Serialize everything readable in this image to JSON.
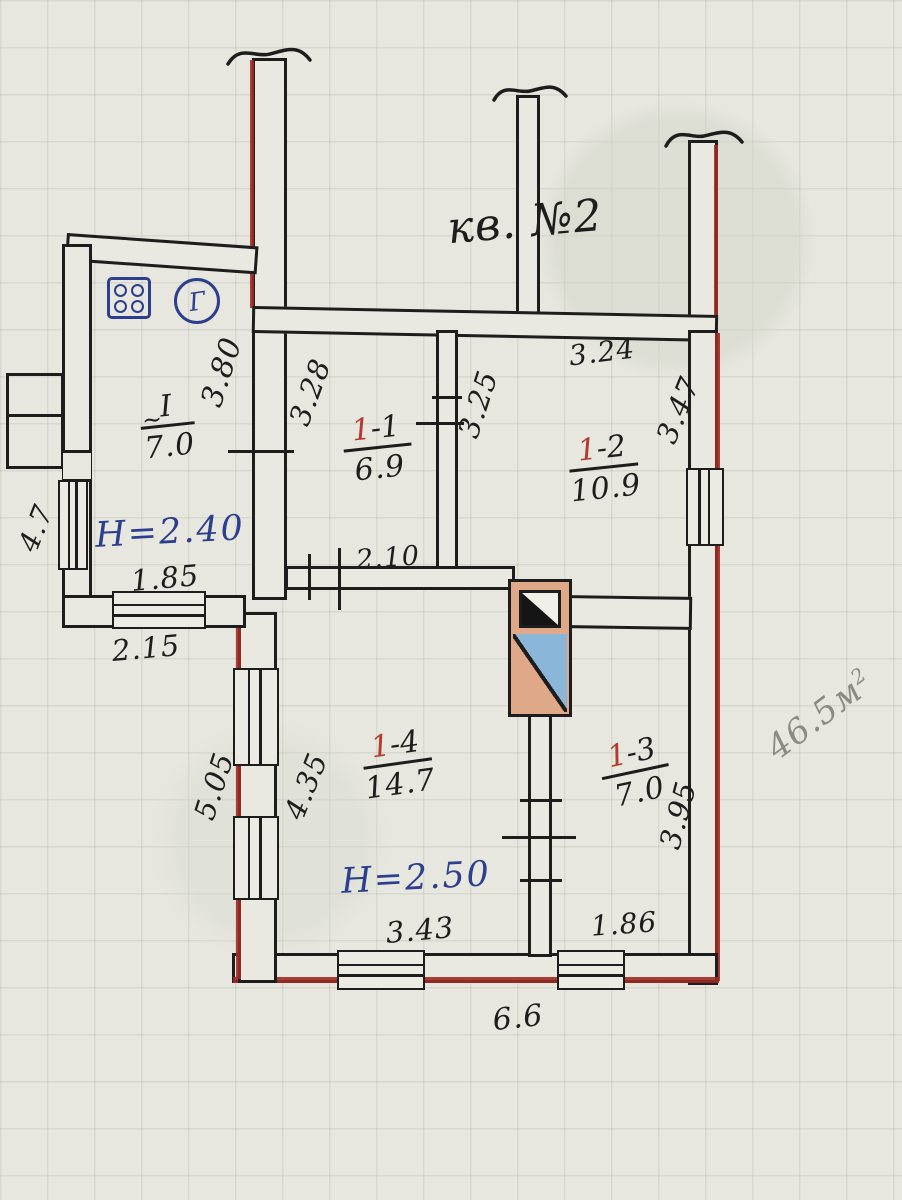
{
  "title": "кв. №2",
  "total_area_note": {
    "value": "46.5м",
    "sup": "2"
  },
  "heights": {
    "annex": "H=2.40",
    "main": "H=2.50"
  },
  "rooms": {
    "annex": {
      "num": "I",
      "tilde": "~",
      "area": "7.0"
    },
    "r1_1": {
      "num_red": "1",
      "num_suffix": "-1",
      "area": "6.9"
    },
    "r1_2": {
      "num_red": "1",
      "num_suffix": "-2",
      "area": "10.9"
    },
    "r1_3": {
      "num_red": "1",
      "num_suffix": "-3",
      "area": "7.0"
    },
    "r1_4": {
      "num_red": "1",
      "num_suffix": "-4",
      "area": "14.7"
    }
  },
  "dimensions": {
    "annex_party_wall": "3.80",
    "room11_left": "3.28",
    "room11_right_wall": "3.25",
    "room12_top": "3.24",
    "room12_right": "3.47",
    "hall_width": "2.10",
    "annex_inner_width": "1.85",
    "annex_outer_width": "2.15",
    "annex_left_outer": "4.7",
    "lower_left_outer": "5.05",
    "room14_left_inner": "4.35",
    "room13_right_inner": "3.95",
    "room14_bottom": "3.43",
    "room13_bottom": "1.86",
    "bottom_total": "6.6"
  },
  "icons": {
    "gas_label": "Г"
  },
  "colors": {
    "ink": "#1d1d1d",
    "red_wall_accent": "#9e2b24",
    "red_room_number": "#b23b2e",
    "blue_ink": "#2b3f8e",
    "pencil": "#8b8b84",
    "stove_body": "#dfa888",
    "stove_water": "#8ab6d9",
    "paper": "#e7e7df"
  }
}
